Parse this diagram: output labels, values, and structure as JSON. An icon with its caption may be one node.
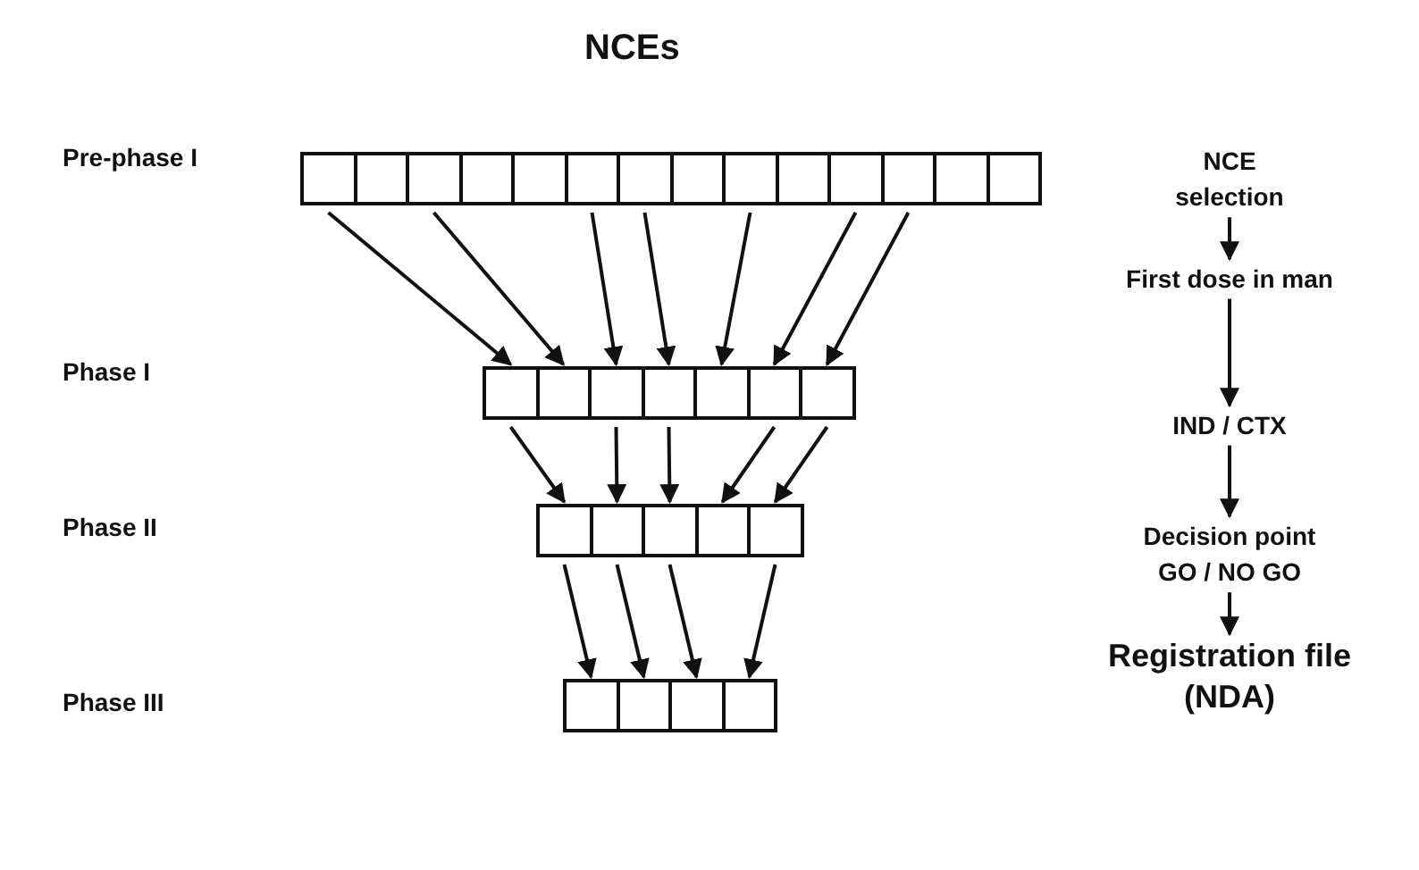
{
  "diagram": {
    "title": "NCEs",
    "nodes": [
      {
        "text": [],
        "shape": "box"
      },
      {
        "text": [],
        "shape": "box"
      },
      {
        "text": [],
        "shape": "box"
      },
      {
        "text": [],
        "shape": "box"
      },
      {
        "text": [],
        "shape": "box"
      },
      {
        "text": [],
        "shape": "box"
      },
      {
        "text": [],
        "shape": "box"
      },
      {
        "text": [],
        "shape": "box"
      },
      {
        "text": [],
        "shape": "box"
      },
      {
        "text": [],
        "shape": "box"
      },
      {
        "text": [],
        "shape": "box"
      },
      {
        "text": [],
        "shape": "box"
      },
      {
        "text": [],
        "shape": "box"
      },
      {
        "text": [],
        "shape": "box"
      },
      {
        "text": [],
        "shape": "box"
      },
      {
        "text": [],
        "shape": "box"
      },
      {
        "text": [],
        "shape": "box"
      },
      {
        "text": [],
        "shape": "box"
      },
      {
        "text": [],
        "shape": "box"
      },
      {
        "text": [],
        "shape": "box"
      },
      {
        "text": [],
        "shape": "box"
      },
      {
        "text": [],
        "shape": "box"
      },
      {
        "text": [],
        "shape": "box"
      },
      {
        "text": [],
        "shape": "box"
      },
      {
        "text": [],
        "shape": "box"
      },
      {
        "text": [],
        "shape": "box"
      },
      {
        "text": [],
        "shape": "box"
      },
      {
        "text": [],
        "shape": "box"
      },
      {
        "text": [],
        "shape": "box"
      },
      {
        "text": [],
        "shape": "box"
      },
      {
        "text": [
          "NCE selection"
        ]
      },
      {
        "text": [
          "First dose in man"
        ]
      },
      {
        "text": [
          "IND / CTX"
        ]
      },
      {
        "text": [
          "Decision point GO / NO GO"
        ]
      },
      {
        "text": [
          "Registration file (NDA)"
        ]
      }
    ],
    "edges": [
      {
        "from": 0,
        "to": 14,
        "arrow": "to"
      },
      {
        "from": 2,
        "to": 15,
        "arrow": "to"
      },
      {
        "from": 5,
        "to": 16,
        "arrow": "to"
      },
      {
        "from": 6,
        "to": 17,
        "arrow": "to"
      },
      {
        "from": 8,
        "to": 18,
        "arrow": "to"
      },
      {
        "from": 10,
        "to": 19,
        "arrow": "to"
      },
      {
        "from": 11,
        "to": 20,
        "arrow": "to"
      },
      {
        "from": 14,
        "to": 21,
        "arrow": "to"
      },
      {
        "from": 16,
        "to": 22,
        "arrow": "to"
      },
      {
        "from": 17,
        "to": 23,
        "arrow": "to"
      },
      {
        "from": 19,
        "to": 24,
        "arrow": "to"
      },
      {
        "from": 20,
        "to": 25,
        "arrow": "to"
      },
      {
        "from": 21,
        "to": 26,
        "arrow": "to"
      },
      {
        "from": 22,
        "to": 27,
        "arrow": "to"
      },
      {
        "from": 23,
        "to": 28,
        "arrow": "to"
      },
      {
        "from": 25,
        "to": 29,
        "arrow": "to"
      },
      {
        "from": 30,
        "to": 31,
        "arrow": "to"
      },
      {
        "from": 31,
        "to": 32,
        "arrow": "to"
      },
      {
        "from": 32,
        "to": 33,
        "arrow": "to"
      },
      {
        "from": 33,
        "to": 34,
        "arrow": "to"
      }
    ],
    "labels": [
      "Pre-phase I",
      "Phase I",
      "Phase II",
      "Phase III"
    ]
  }
}
